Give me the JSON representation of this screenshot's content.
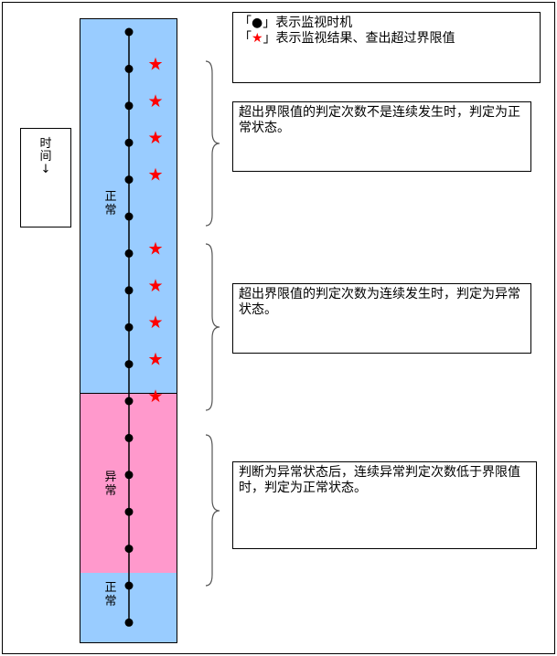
{
  "time_label": {
    "line1": "时",
    "line2": "间",
    "arrow": "↓"
  },
  "states": {
    "normal1": "正常",
    "abnormal": "异常",
    "normal2": "正常"
  },
  "legend": {
    "dot_prefix": "「",
    "dot_suffix": "」表示监视时机",
    "star_prefix": "「",
    "star_suffix": "」表示监视结果、查出超过界限值"
  },
  "notes": [
    "超出界限值的判定次数不是连续发生时，判定为正常状态。",
    "超出界限值的判定次数为连续发生时，判定为异常状态。",
    "判断为异常状态后，连续异常判定次数低于界限值时，判定为正常状态。"
  ],
  "colors": {
    "normal": "#99ccff",
    "abnormal": "#ff99cc",
    "star": "#ff0000"
  },
  "monitor_count": 17,
  "exceed_indices": [
    1,
    2,
    3,
    4,
    6,
    7,
    8,
    9,
    10
  ]
}
